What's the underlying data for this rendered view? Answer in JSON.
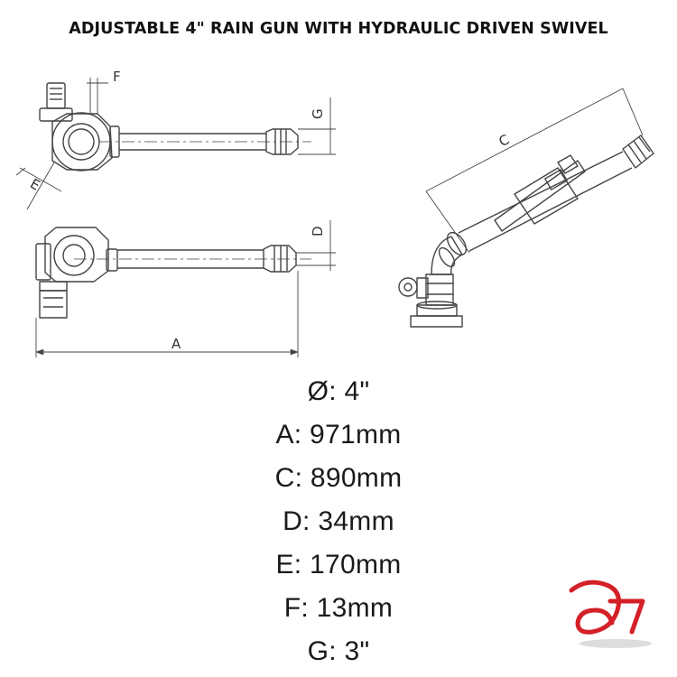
{
  "title": "ADJUSTABLE 4\" RAIN GUN WITH HYDRAULIC DRIVEN SWIVEL",
  "dimension_letters": {
    "a": "A",
    "c": "C",
    "d": "D",
    "e": "E",
    "f": "F",
    "g": "G"
  },
  "specs": [
    "Ø: 4\"",
    "A: 971mm",
    "C: 890mm",
    "D: 34mm",
    "E: 170mm",
    "F: 13mm",
    "G: 3\""
  ],
  "colors": {
    "logo": "#d42027",
    "line": "#444444"
  }
}
